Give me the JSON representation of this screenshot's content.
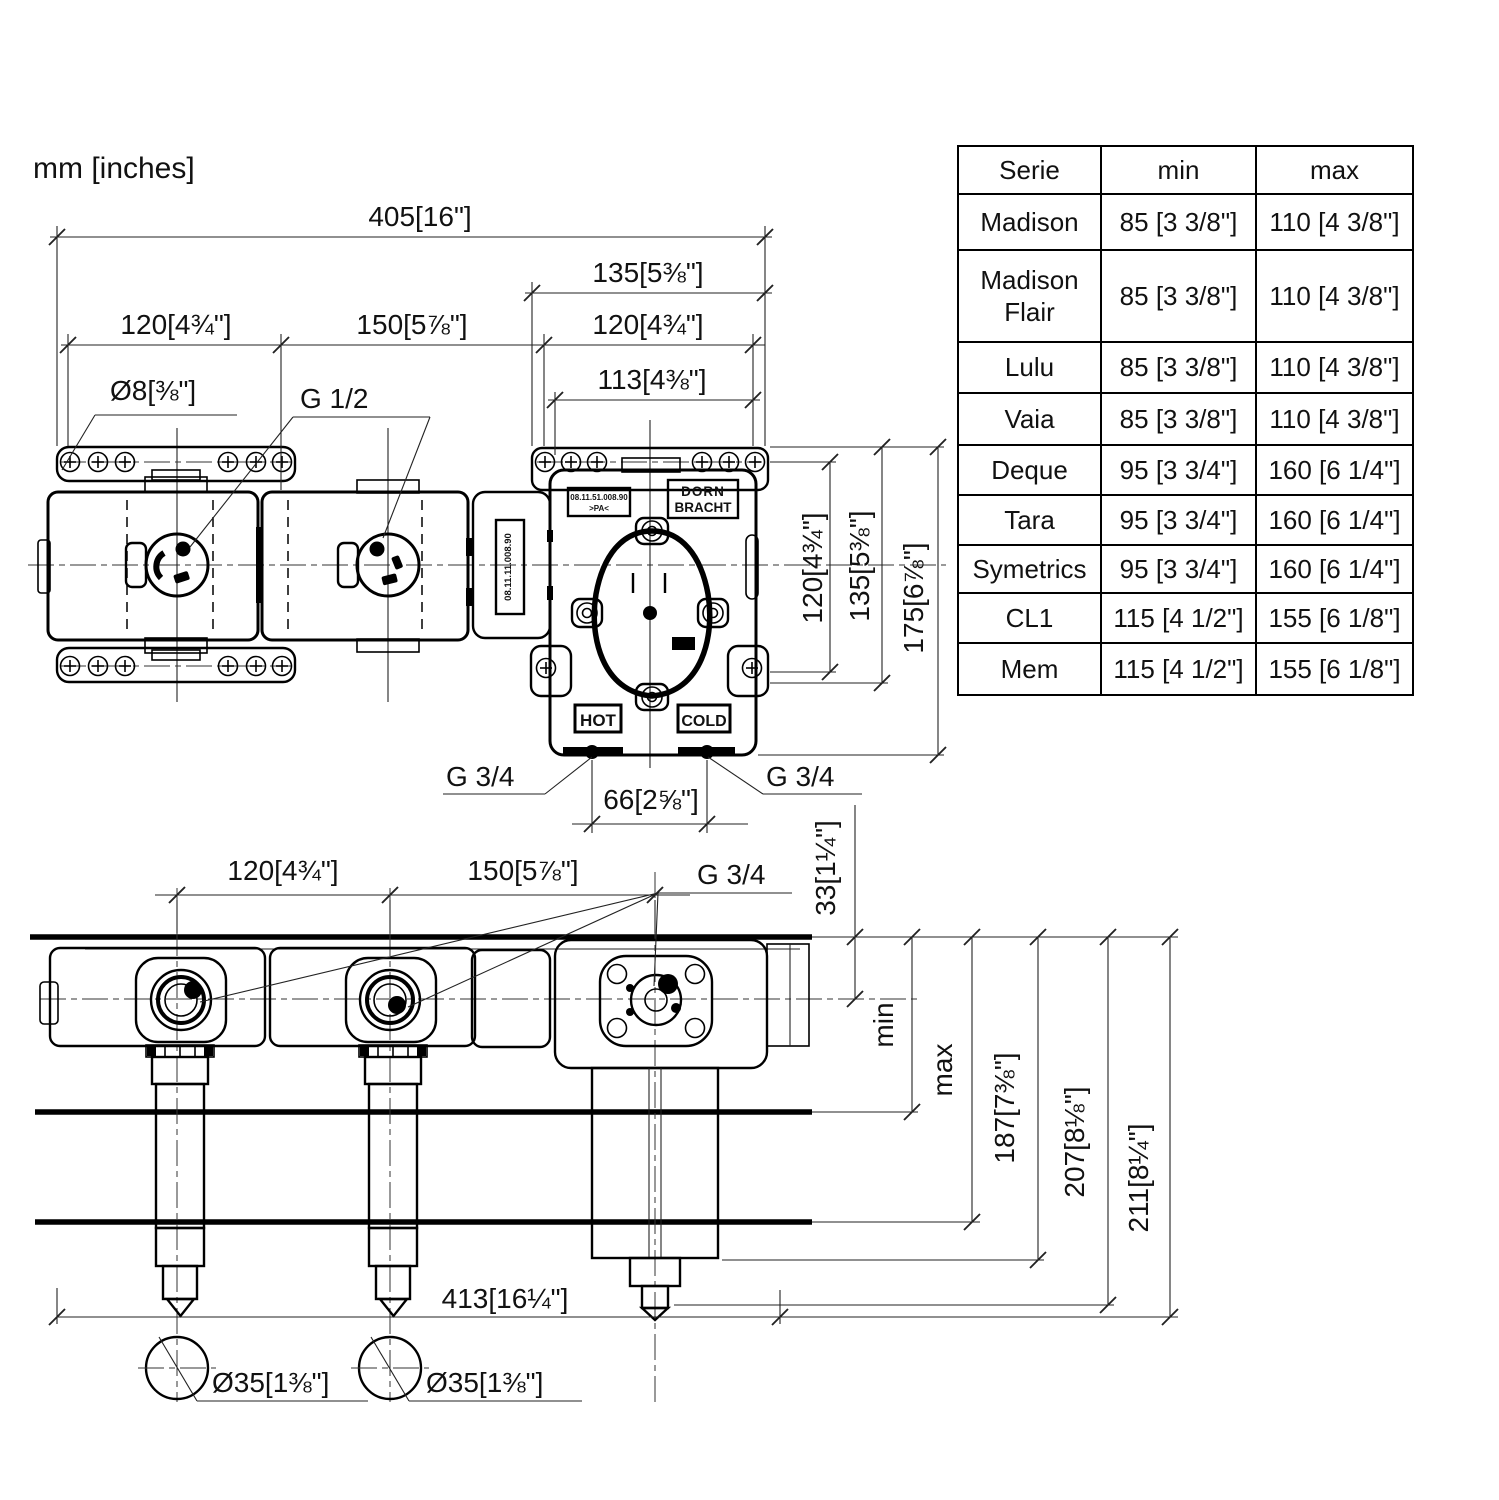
{
  "title": "mm [inches]",
  "top_view": {
    "dim_405": "405[16\"]",
    "dim_135_top": "135[5⅜\"]",
    "dim_120_left": "120[4¾\"]",
    "dim_150": "150[5⅞\"]",
    "dim_120_right": "120[4¾\"]",
    "dim_113": "113[4⅜\"]",
    "dim_dia8": "Ø8[⅜\"]",
    "thread_g12": "G 1/2",
    "dim_120_side": "120[4¾\"]",
    "dim_135_side": "135[5⅜\"]",
    "dim_175_side": "175[6⅞\"]",
    "thread_g34_left": "G 3/4",
    "thread_g34_right": "G 3/4",
    "dim_66": "66[2⅝\"]",
    "label_hot": "HOT",
    "label_cold": "COLD",
    "brand_line1": "DORN",
    "brand_line2": "BRACHT",
    "part_no_body": "08.11.51.008.90",
    "part_no_body2": ">PA<",
    "part_no_connector": "08.11.11.008.90"
  },
  "front_view": {
    "dim_120": "120[4¾\"]",
    "dim_150": "150[5⅞\"]",
    "thread_g34": "G 3/4",
    "dim_33": "33[1¼\"]",
    "dim_min": "min",
    "dim_max": "max",
    "dim_187": "187[7⅜\"]",
    "dim_207": "207[8⅛\"]",
    "dim_211": "211[8¼\"]",
    "dim_413": "413[16¼\"]",
    "dim_dia35_left": "Ø35[1⅜\"]",
    "dim_dia35_right": "Ø35[1⅜\"]"
  },
  "table": {
    "headers": [
      "Serie",
      "min",
      "max"
    ],
    "rows": [
      [
        "Madison",
        "85 [3 3/8\"]",
        "110 [4 3/8\"]"
      ],
      [
        "Madison Flair",
        "85 [3 3/8\"]",
        "110 [4 3/8\"]"
      ],
      [
        "Lulu",
        "85 [3 3/8\"]",
        "110 [4 3/8\"]"
      ],
      [
        "Vaia",
        "85 [3 3/8\"]",
        "110 [4 3/8\"]"
      ],
      [
        "Deque",
        "95 [3 3/4\"]",
        "160 [6 1/4\"]"
      ],
      [
        "Tara",
        "95 [3 3/4\"]",
        "160 [6 1/4\"]"
      ],
      [
        "Symetrics",
        "95 [3 3/4\"]",
        "160 [6 1/4\"]"
      ],
      [
        "CL1",
        "115 [4 1/2\"]",
        "155 [6 1/8\"]"
      ],
      [
        "Mem",
        "115 [4 1/2\"]",
        "155 [6 1/8\"]"
      ]
    ]
  }
}
